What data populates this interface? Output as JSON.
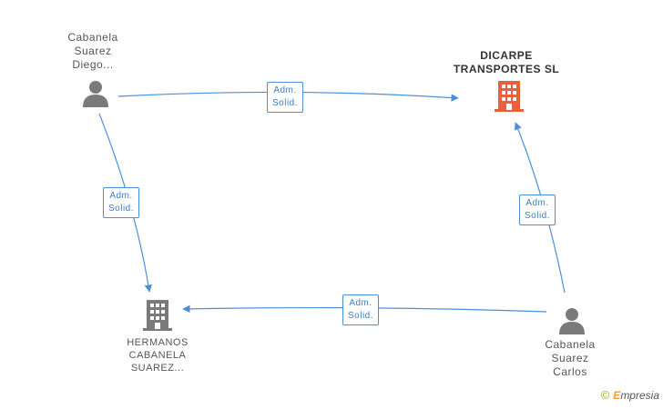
{
  "nodes": {
    "person_diego": {
      "label": "Cabanela\nSuarez\nDiego..."
    },
    "company_dicarpe": {
      "label": "DICARPE\nTRANSPORTES SL"
    },
    "company_hermanos": {
      "label": "HERMANOS\nCABANELA\nSUAREZ..."
    },
    "person_carlos": {
      "label": "Cabanela\nSuarez\nCarlos"
    }
  },
  "edges": [
    {
      "id": "diego-dicarpe",
      "line1": "Adm.",
      "line2": "Solid."
    },
    {
      "id": "diego-hermanos",
      "line1": "Adm.",
      "line2": "Solid."
    },
    {
      "id": "carlos-dicarpe",
      "line1": "Adm.",
      "line2": "Solid."
    },
    {
      "id": "carlos-hermanos",
      "line1": "Adm.",
      "line2": "Solid."
    }
  ],
  "colors": {
    "edge": "#4a90d9",
    "person_icon": "#7a7a7a",
    "main_company_icon": "#e8603c",
    "company_icon": "#7a7a7a"
  },
  "footer": {
    "copyright": "©",
    "brand_initial": "E",
    "brand_rest": "mpresia"
  }
}
